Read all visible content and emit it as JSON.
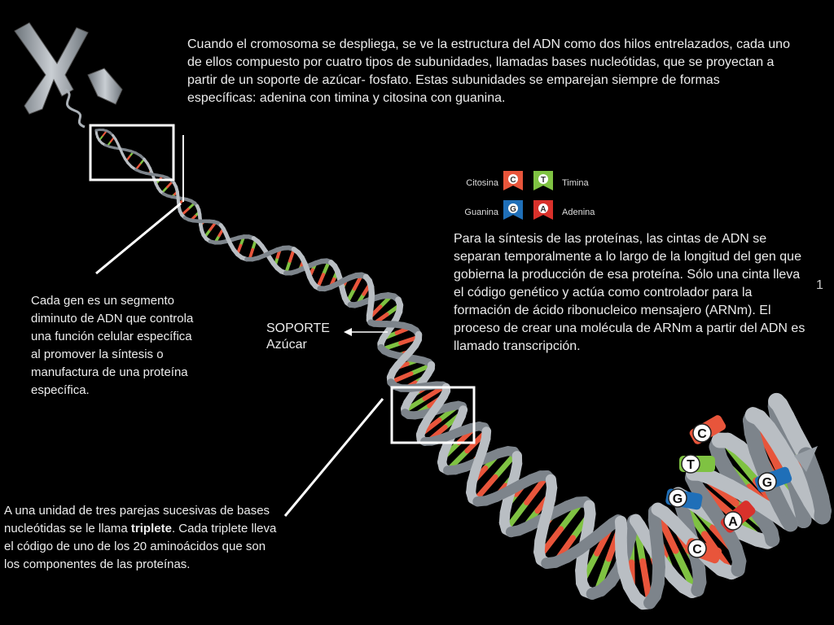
{
  "intro_text": "Cuando el cromosoma se despliega, se ve la estructura del ADN como dos hilos entrelazados, cada uno de ellos compuesto por cuatro tipos de subunidades, llamadas bases nucleótidas, que se proyectan a partir de un soporte de  azúcar- fosfato. Estas subunidades se emparejan siempre de formas específicas: adenina con timina y citosina con guanina.",
  "legend": {
    "items": [
      {
        "name": "Citosina",
        "letter": "C",
        "color": "#e8553b"
      },
      {
        "name": "Timina",
        "letter": "T",
        "color": "#7fc242"
      },
      {
        "name": "Guanina",
        "letter": "G",
        "color": "#1f6fb8"
      },
      {
        "name": "Adenina",
        "letter": "A",
        "color": "#d9312b"
      }
    ]
  },
  "synthesis_text": "Para la síntesis de las proteínas, las cintas de ADN se separan temporalmente a lo largo de la longitud del gen que gobierna la producción de esa proteína. Sólo una cinta lleva el código genético y actúa como controlador para la formación de ácido ribonucleico mensajero (ARNm). El proceso de crear una molécula de ARNm a partir del ADN es llamado transcripción.",
  "stray_mark": "1",
  "gene_text": "Cada gen es un segmento diminuto de ADN que controla una función celular específica al promover la síntesis o manufactura de una proteína específica.",
  "support_label": {
    "line1": "SOPORTE",
    "line2": "Azúcar"
  },
  "triplet_text": {
    "before": "A una unidad de tres parejas sucesivas de bases nucleótidas se le llama ",
    "bold": "triplete",
    "after": ". Cada triplete lleva el código de uno de los 20 aminoácidos que son los componentes de las proteínas."
  },
  "free_bases": [
    "C",
    "T",
    "G",
    "G",
    "A",
    "C"
  ],
  "colors": {
    "backbone": "#9aa1a8",
    "background": "#000000",
    "text": "#ececec"
  }
}
